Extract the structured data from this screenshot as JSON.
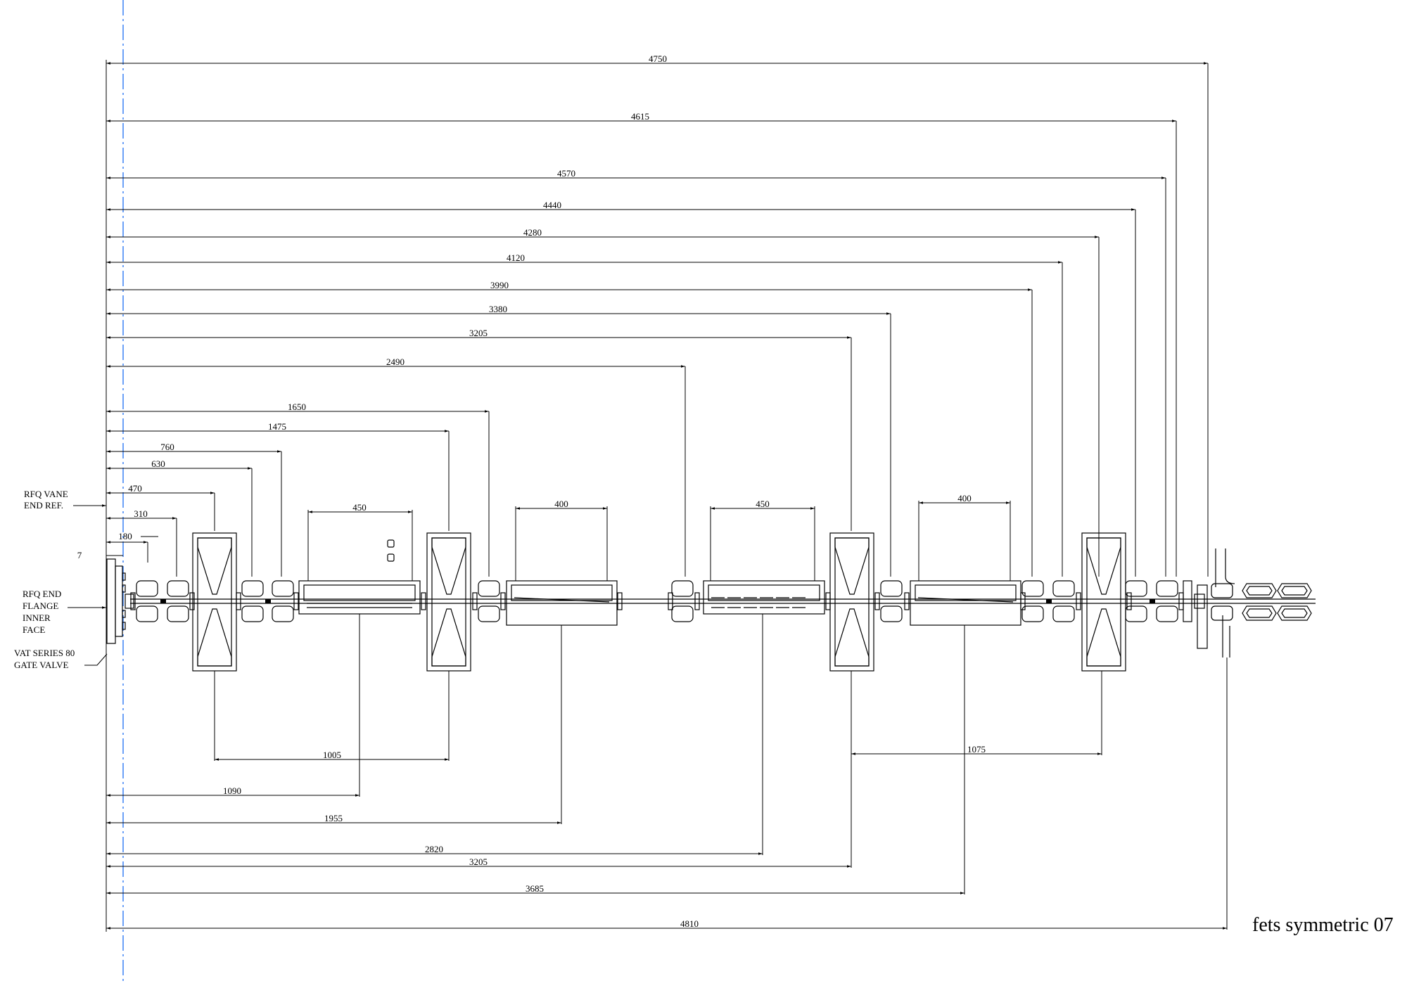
{
  "caption": "fets symmetric 07",
  "labels": {
    "rfq_vane": [
      "RFQ VANE",
      "END REF."
    ],
    "rfq_flange": [
      "RFQ END",
      "FLANGE",
      "INNER",
      "FACE"
    ],
    "gate_valve": [
      "VAT SERIES 80",
      "GATE VALVE"
    ]
  },
  "dims_top": [
    "4750",
    "4615",
    "4570",
    "4440",
    "4280",
    "4120",
    "3990",
    "3380",
    "3205",
    "2490",
    "1650",
    "1475",
    "760",
    "630",
    "470",
    "310",
    "180",
    "7"
  ],
  "dims_spans": [
    "450",
    "400",
    "450",
    "400"
  ],
  "dims_bottom": [
    "1005",
    "1075",
    "1090",
    "1955",
    "2820",
    "3205",
    "3685",
    "4810"
  ],
  "colors": {
    "line": "#000000",
    "centerline": "#3b82f6",
    "background": "#ffffff"
  }
}
